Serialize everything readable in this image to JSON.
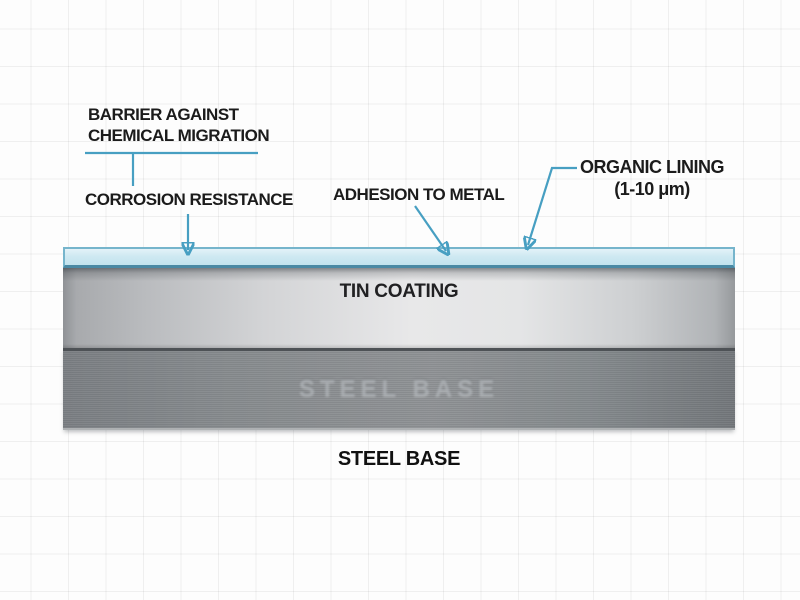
{
  "colors": {
    "accent_blue": "#479fc2",
    "organic_fill": "#cfe9f2",
    "organic_border": "#76b5cc",
    "organic_bottom_edge": "#4a89a4",
    "tin_highlight": "#e8e8e9",
    "steel_gray": "#8f9295",
    "label_text": "#1b1b1b",
    "background": "#fdfdfd",
    "grid_line": "#ececec"
  },
  "annotations": {
    "barrier": {
      "line1": "BARRIER AGAINST",
      "line2": "CHEMICAL MIGRATION"
    },
    "corrosion": {
      "label": "CORROSION RESISTANCE"
    },
    "adhesion": {
      "label": "ADHESION TO METAL"
    },
    "organic": {
      "line1": "ORGANIC LINING",
      "line2": "(1-10 μm)"
    }
  },
  "layers": {
    "tin": {
      "label": "TIN COATING"
    },
    "steel": {
      "watermark": "STEEL BASE",
      "caption": "STEEL BASE"
    }
  }
}
